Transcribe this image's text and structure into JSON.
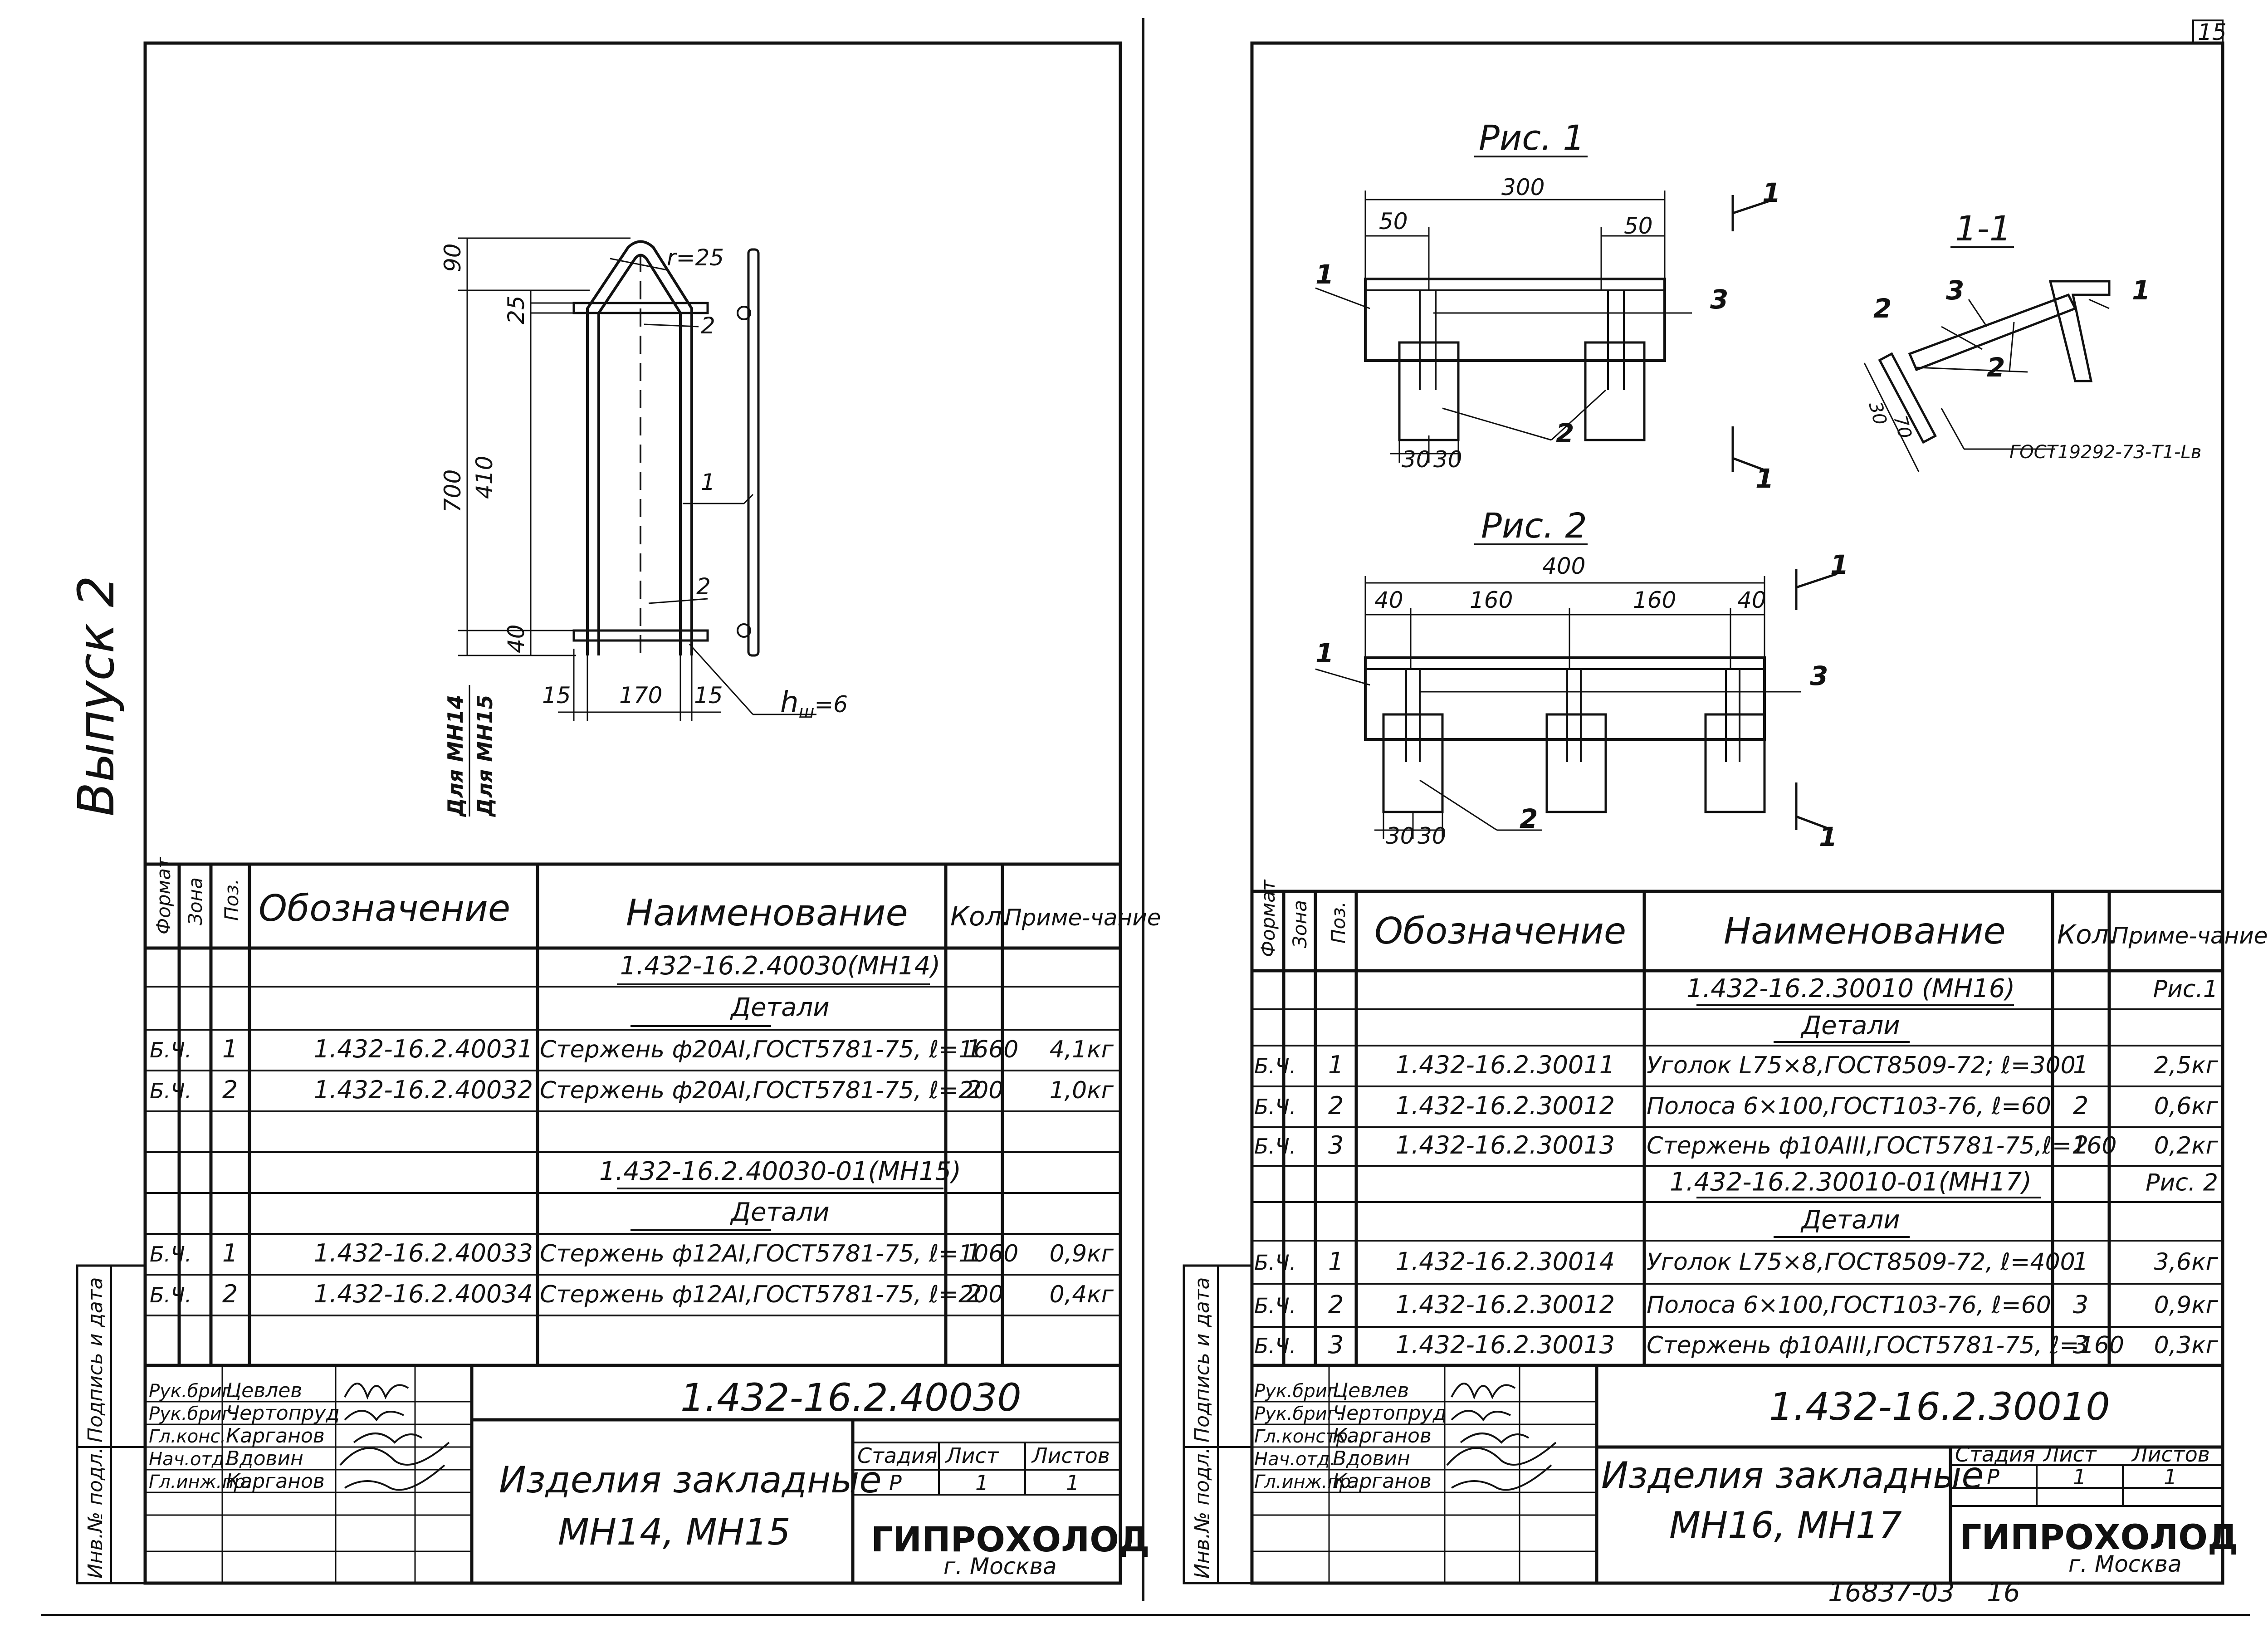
{
  "binding_label": "Выпуск 2",
  "sheet_number": "15",
  "bottom_code": "16837-03",
  "bottom_page": "16",
  "side_strip": {
    "inv": "Инв.№ подл.",
    "sign": "Подпись и дата"
  },
  "left": {
    "dims": {
      "d90": "90",
      "d25": "25",
      "d700": "700",
      "d410": "410",
      "d40": "40",
      "r": "r=25",
      "d15a": "15",
      "d170": "170",
      "d15b": "15",
      "hw": "h",
      "hw_sub": "ш",
      "hw_val": "=6",
      "pos1": "1",
      "pos2a": "2",
      "pos2b": "2",
      "for_a": "Для МН14",
      "for_b": "Для МН15"
    },
    "table_headers": {
      "format": "Формат",
      "zone": "Зона",
      "pos": "Поз.",
      "designation": "Обозначение",
      "name": "Наименование",
      "qty": "Кол.",
      "note": "Приме-чание"
    },
    "rows": [
      {
        "format": "",
        "pos": "",
        "designation": "",
        "name": "1.432-16.2.40030(МН14)",
        "qty": "",
        "note": "",
        "underline": true
      },
      {
        "format": "",
        "pos": "",
        "designation": "",
        "name": "Детали",
        "qty": "",
        "note": "",
        "underline": true
      },
      {
        "format": "Б.Ч.",
        "pos": "1",
        "designation": "1.432-16.2.40031",
        "name": "Стержень ф20АI,ГОСТ5781-75, ℓ=1660",
        "qty": "1",
        "note": "4,1кг"
      },
      {
        "format": "Б.Ч.",
        "pos": "2",
        "designation": "1.432-16.2.40032",
        "name": "Стержень ф20АI,ГОСТ5781-75, ℓ=200",
        "qty": "2",
        "note": "1,0кг"
      },
      {
        "format": "",
        "pos": "",
        "designation": "",
        "name": "",
        "qty": "",
        "note": ""
      },
      {
        "format": "",
        "pos": "",
        "designation": "",
        "name": "1.432-16.2.40030-01(МН15)",
        "qty": "",
        "note": "",
        "underline": true
      },
      {
        "format": "",
        "pos": "",
        "designation": "",
        "name": "Детали",
        "qty": "",
        "note": "",
        "underline": true
      },
      {
        "format": "Б.Ч.",
        "pos": "1",
        "designation": "1.432-16.2.40033",
        "name": "Стержень ф12АI,ГОСТ5781-75, ℓ=1060",
        "qty": "1",
        "note": "0,9кг"
      },
      {
        "format": "Б.Ч.",
        "pos": "2",
        "designation": "1.432-16.2.40034",
        "name": "Стержень ф12АI,ГОСТ5781-75, ℓ=200",
        "qty": "2",
        "note": "0,4кг"
      }
    ],
    "title_block": {
      "code": "1.432-16.2.40030",
      "title_line1": "Изделия закладные",
      "title_line2": "МН14, МН15",
      "stage_label": "Стадия",
      "sheet_label": "Лист",
      "sheets_label": "Листов",
      "stage": "Р",
      "sheet": "1",
      "sheets": "1",
      "org": "ГИПРОХОЛОД",
      "city": "г. Москва",
      "roles": [
        {
          "role": "Рук.бриг.",
          "name": "Цевлев"
        },
        {
          "role": "Рук.бриг.",
          "name": "Чертопруд"
        },
        {
          "role": "Гл.конс.",
          "name": "Карганов"
        },
        {
          "role": "Нач.отд.",
          "name": "Вдовин"
        },
        {
          "role": "Гл.инж.пр.",
          "name": "Карганов"
        }
      ]
    }
  },
  "right": {
    "fig1": {
      "caption": "Рис. 1",
      "d300": "300",
      "d50a": "50",
      "d50b": "50",
      "d30a": "30",
      "d30b": "30",
      "p1": "1",
      "p2": "2",
      "p3": "3",
      "cut": "1"
    },
    "section": {
      "caption": "1-1",
      "p1": "1",
      "p2": "2",
      "p3": "3",
      "p2b": "2",
      "d30": "30",
      "d70": "70",
      "gost": "ГОСТ19292-73-Т1-Lв"
    },
    "fig2": {
      "caption": "Рис. 2",
      "d400": "400",
      "d40a": "40",
      "d160a": "160",
      "d160b": "160",
      "d40b": "40",
      "d30a": "30",
      "d30b": "30",
      "p1": "1",
      "p2": "2",
      "p3": "3",
      "cut": "1"
    },
    "table_headers": {
      "format": "Формат",
      "zone": "Зона",
      "pos": "Поз.",
      "designation": "Обозначение",
      "name": "Наименование",
      "qty": "Кол.",
      "note": "Приме-чание"
    },
    "rows": [
      {
        "format": "",
        "pos": "",
        "designation": "",
        "name": "1.432-16.2.30010 (МН16)",
        "qty": "",
        "note": "Рис.1",
        "underline": true
      },
      {
        "format": "",
        "pos": "",
        "designation": "",
        "name": "Детали",
        "qty": "",
        "note": "",
        "underline": true
      },
      {
        "format": "Б.Ч.",
        "pos": "1",
        "designation": "1.432-16.2.30011",
        "name": "Уголок L75×8,ГОСТ8509-72; ℓ=300",
        "qty": "1",
        "note": "2,5кг"
      },
      {
        "format": "Б.Ч.",
        "pos": "2",
        "designation": "1.432-16.2.30012",
        "name": "Полоса 6×100,ГОСТ103-76, ℓ=60",
        "qty": "2",
        "note": "0,6кг"
      },
      {
        "format": "Б.Ч.",
        "pos": "3",
        "designation": "1.432-16.2.30013",
        "name": "Стержень ф10АIII,ГОСТ5781-75,ℓ=160",
        "qty": "2",
        "note": "0,2кг"
      },
      {
        "format": "",
        "pos": "",
        "designation": "",
        "name": "1.432-16.2.30010-01(МН17)",
        "qty": "",
        "note": "Рис. 2",
        "underline": true
      },
      {
        "format": "",
        "pos": "",
        "designation": "",
        "name": "Детали",
        "qty": "",
        "note": "",
        "underline": true
      },
      {
        "format": "Б.Ч.",
        "pos": "1",
        "designation": "1.432-16.2.30014",
        "name": "Уголок L75×8,ГОСТ8509-72, ℓ=400",
        "qty": "1",
        "note": "3,6кг"
      },
      {
        "format": "Б.Ч.",
        "pos": "2",
        "designation": "1.432-16.2.30012",
        "name": "Полоса 6×100,ГОСТ103-76, ℓ=60",
        "qty": "3",
        "note": "0,9кг"
      },
      {
        "format": "Б.Ч.",
        "pos": "3",
        "designation": "1.432-16.2.30013",
        "name": "Стержень ф10АIII,ГОСТ5781-75, ℓ=160",
        "qty": "3",
        "note": "0,3кг"
      }
    ],
    "title_block": {
      "code": "1.432-16.2.30010",
      "title_line1": "Изделия закладные",
      "title_line2": "МН16, МН17",
      "stage_label": "Стадия",
      "sheet_label": "Лист",
      "sheets_label": "Листов",
      "stage": "Р",
      "sheet": "1",
      "sheets": "1",
      "org": "ГИПРОХОЛОД",
      "city": "г. Москва",
      "roles": [
        {
          "role": "Рук.бриг.",
          "name": "Цевлев"
        },
        {
          "role": "Рук.бриг.",
          "name": "Чертопруд"
        },
        {
          "role": "Гл.констр.",
          "name": "Карганов"
        },
        {
          "role": "Нач.отд.",
          "name": "Вдовин"
        },
        {
          "role": "Гл.инж.пр.",
          "name": "Карганов"
        }
      ]
    }
  }
}
